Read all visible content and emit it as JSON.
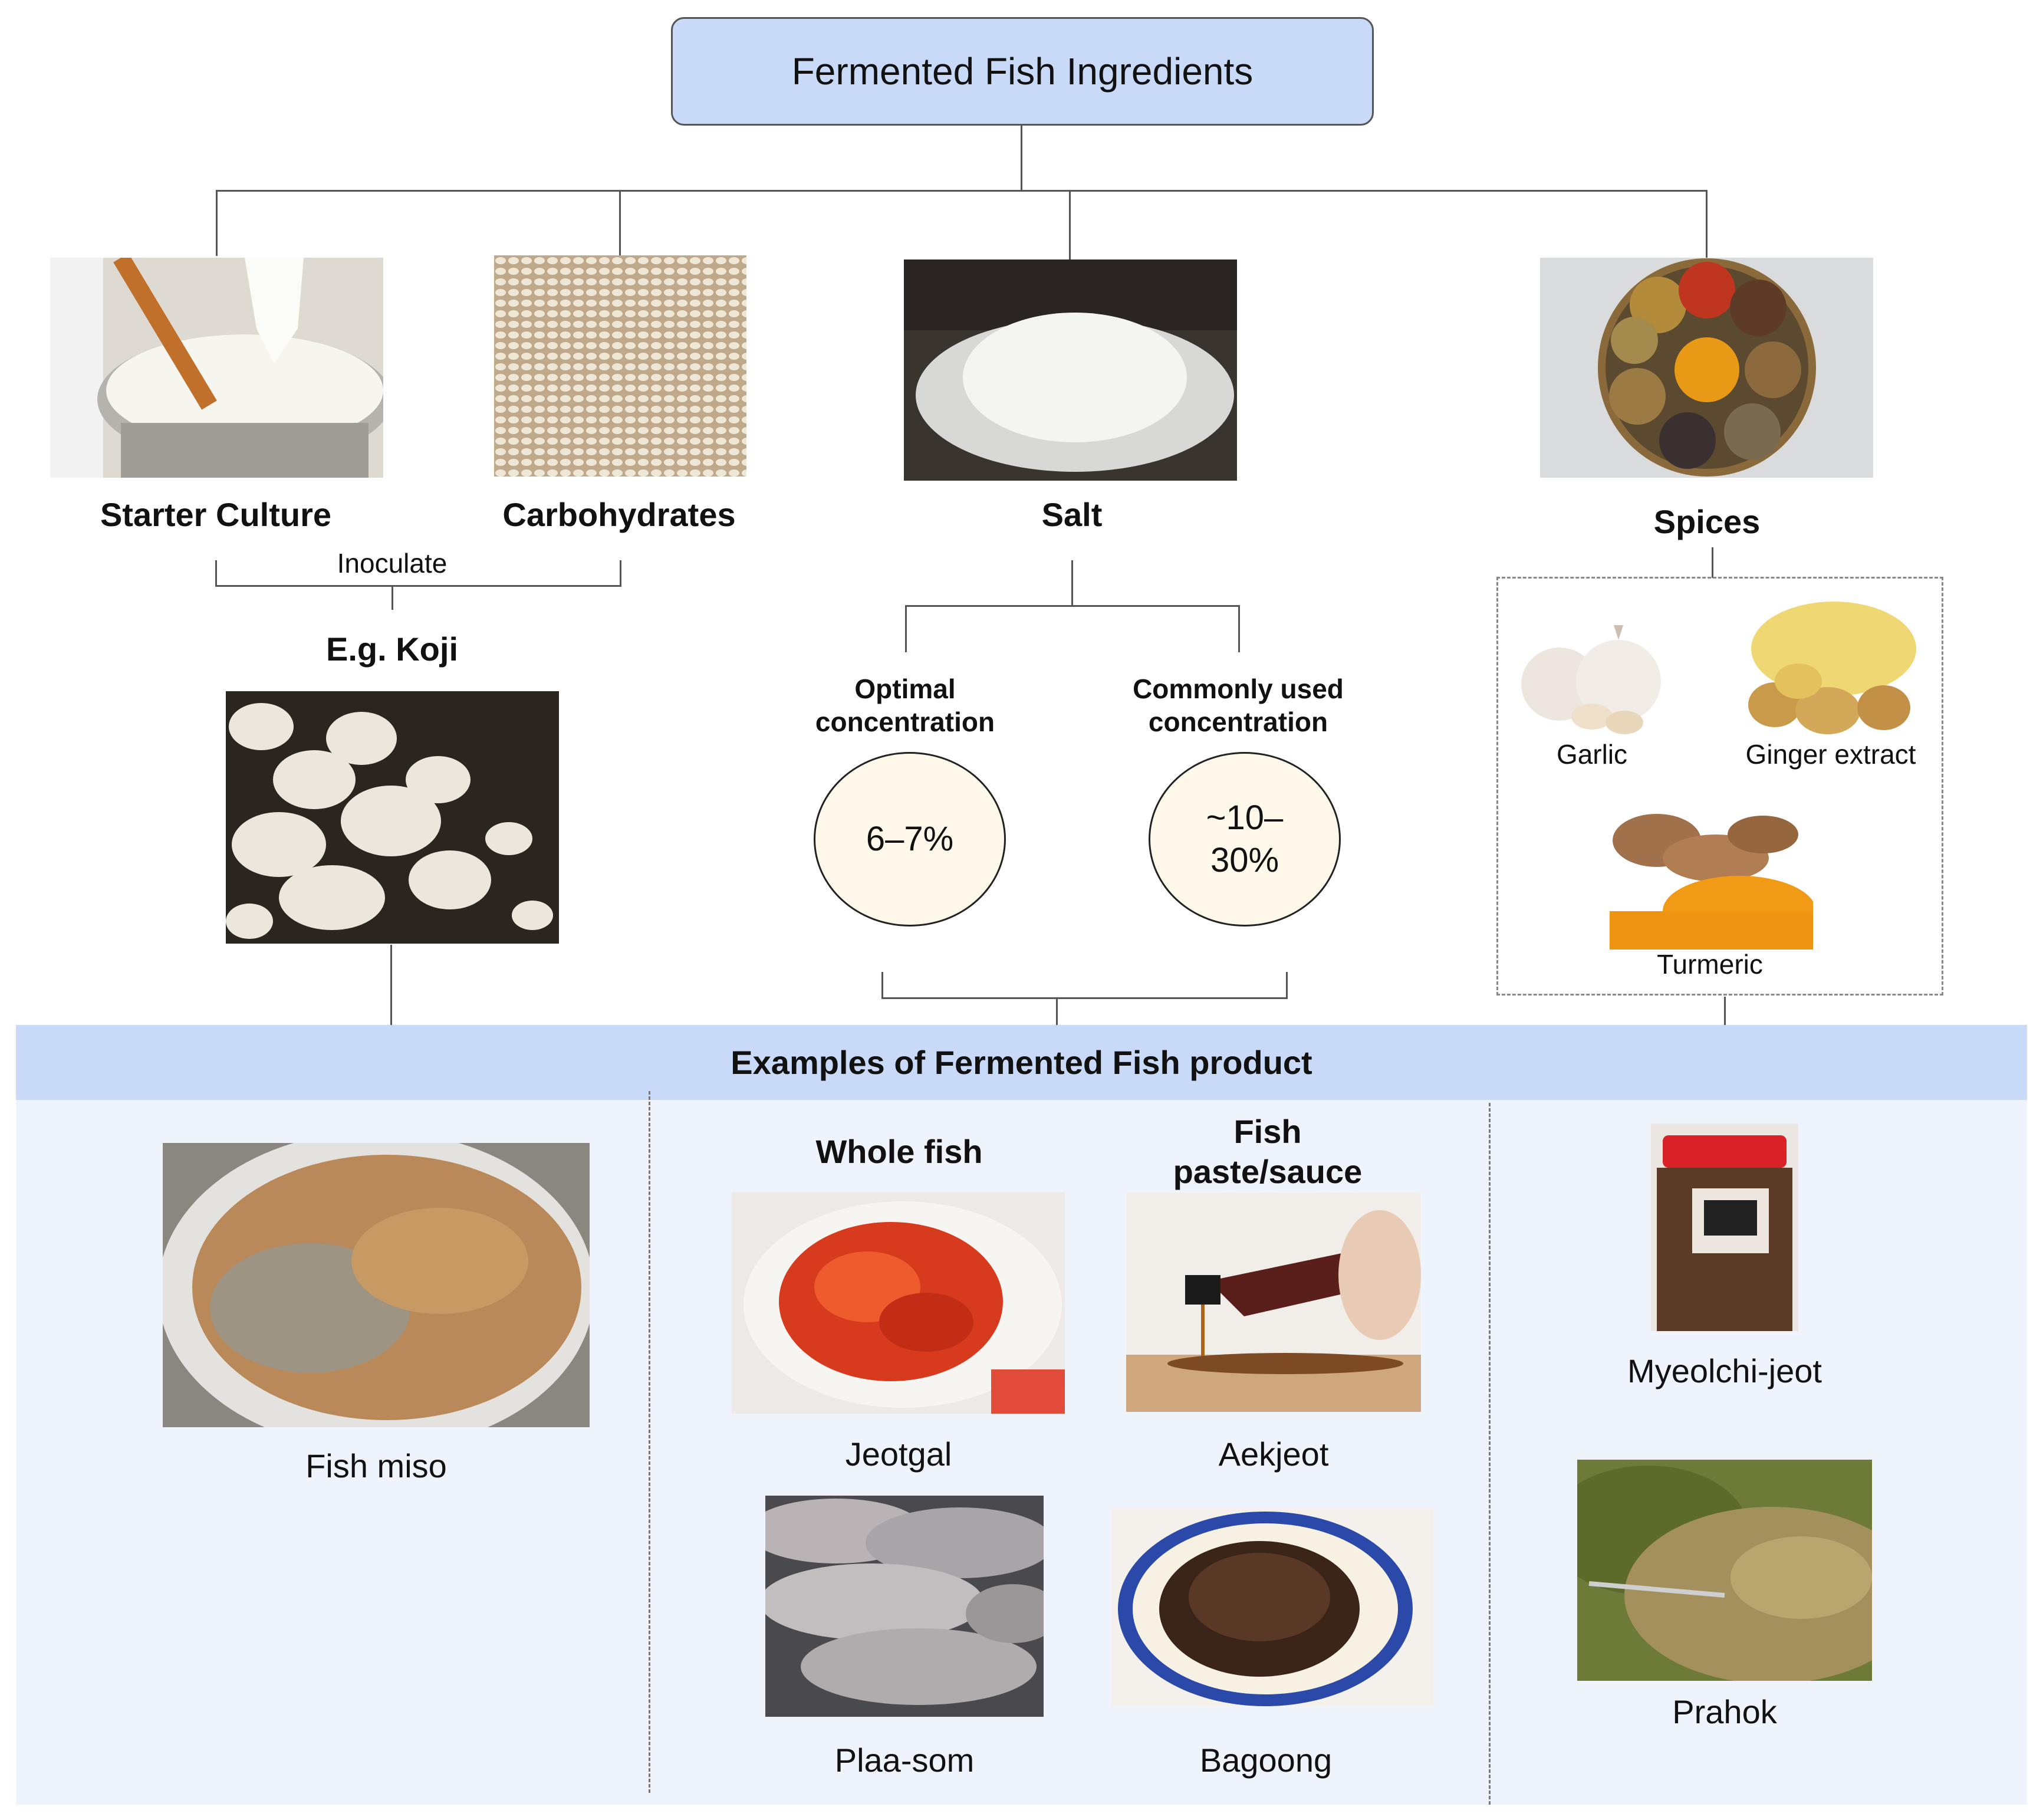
{
  "title": "Fermented Fish Ingredients",
  "ingredients": {
    "starter": "Starter Culture",
    "carbs": "Carbohydrates",
    "salt": "Salt",
    "spices": "Spices",
    "inoculate": "Inoculate",
    "koji": "E.g. Koji"
  },
  "salt": {
    "optimal_label": "Optimal concentration",
    "optimal_value": "6–7%",
    "common_label": "Commonly used concentration",
    "common_value": "~10–30%"
  },
  "spices": {
    "garlic": "Garlic",
    "ginger": "Ginger extract",
    "turmeric": "Turmeric"
  },
  "products": {
    "header": "Examples of Fermented Fish product",
    "fish_miso": "Fish miso",
    "whole_fish": "Whole fish",
    "fish_paste": "Fish paste/sauce",
    "jeotgal": "Jeotgal",
    "aekjeot": "Aekjeot",
    "plaa_som": "Plaa-som",
    "bagoong": "Bagoong",
    "myeolchi": "Myeolchi-jeot",
    "prahok": "Prahok"
  },
  "colors": {
    "title_fill": "#c9daf8",
    "band_fill": "#c9daf8",
    "panel_fill": "#eef3fc",
    "circle_fill": "#fdf8ea"
  }
}
